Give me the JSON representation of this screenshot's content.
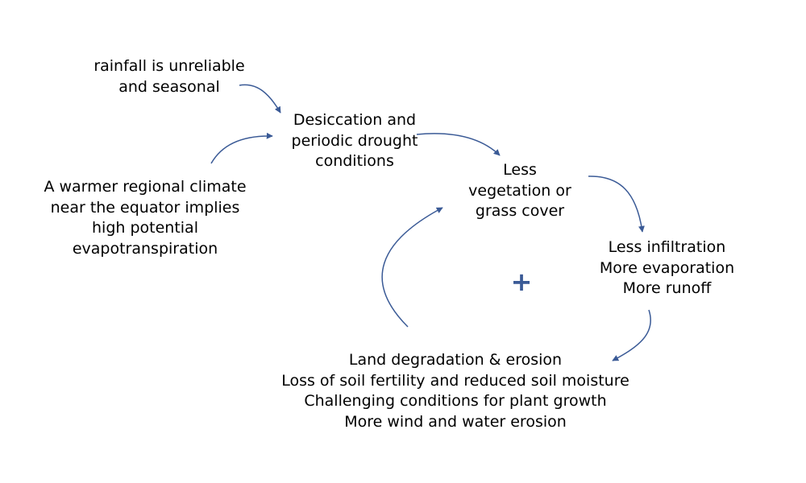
{
  "diagram": {
    "nodes": {
      "rainfall": [
        "rainfall is unreliable",
        "and seasonal"
      ],
      "desiccation": [
        "Desiccation and",
        "periodic drought",
        "conditions"
      ],
      "warmer_climate": [
        "A warmer regional climate",
        "near the equator implies",
        "high potential",
        "evapotranspiration"
      ],
      "vegetation": [
        "Less",
        "vegetation or",
        "grass cover"
      ],
      "infiltration": [
        "Less infiltration",
        "More evaporation",
        "More runoff"
      ],
      "degradation": [
        "Land degradation & erosion",
        "Loss of soil fertility and reduced soil moisture",
        "Challenging conditions for plant growth",
        "More wind and water erosion"
      ]
    },
    "loop_sign": "+",
    "colors": {
      "arrow": "#3a5a96",
      "text": "#000000",
      "loop_sign": "#3a5a96"
    }
  }
}
